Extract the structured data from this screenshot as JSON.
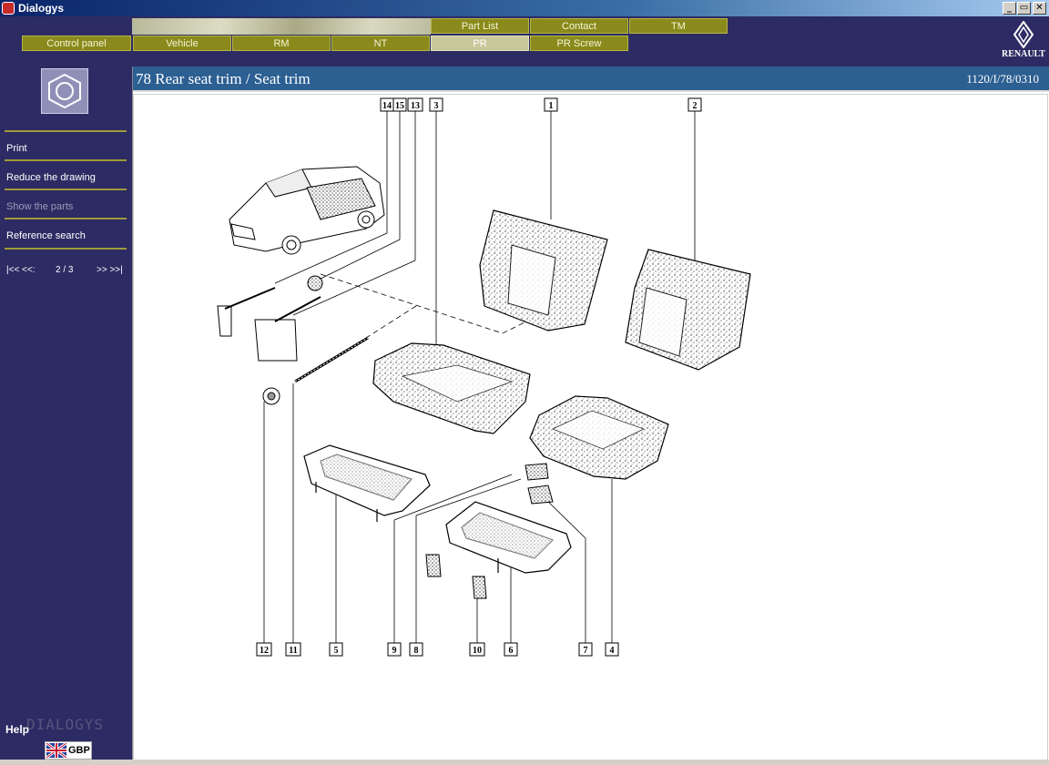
{
  "window": {
    "title": "Dialogys",
    "controls": {
      "minimize": "_",
      "restore": "▭",
      "close": "✕"
    }
  },
  "topnav": {
    "row1": [
      {
        "id": "part-list",
        "label": "Part List"
      },
      {
        "id": "contact",
        "label": "Contact"
      },
      {
        "id": "tm",
        "label": "TM"
      }
    ],
    "row2": [
      {
        "id": "control-panel",
        "label": "Control panel"
      },
      {
        "id": "vehicle",
        "label": "Vehicle"
      },
      {
        "id": "rm",
        "label": "RM"
      },
      {
        "id": "nt",
        "label": "NT"
      },
      {
        "id": "pr",
        "label": "PR",
        "active": true
      },
      {
        "id": "pr-screw",
        "label": "PR Screw"
      }
    ]
  },
  "brand": {
    "name": "RENAULT"
  },
  "sidebar": {
    "items": [
      {
        "label": "Print",
        "enabled": true
      },
      {
        "label": "Reduce the drawing",
        "enabled": true
      },
      {
        "label": "Show the parts",
        "enabled": false
      },
      {
        "label": "Reference search",
        "enabled": true
      }
    ],
    "pager": {
      "first_prev": "|<< <<:",
      "page": "2 / 3",
      "next_last": ">> >>|"
    },
    "help_label": "Help",
    "product_mark": "DIALOGYS",
    "currency": "GBP"
  },
  "page": {
    "title": "78 Rear seat trim / Seat trim",
    "reference": "1120/I/78/0310"
  },
  "drawing": {
    "callouts": [
      "14",
      "15",
      "13",
      "3",
      "1",
      "2",
      "12",
      "11",
      "5",
      "9",
      "8",
      "10",
      "6",
      "7",
      "4"
    ]
  },
  "colors": {
    "sidebar_bg": "#2d2b63",
    "nav_button": "#8a8a1c",
    "nav_button_active": "#c8c89a",
    "title_bar": "#2c5f92",
    "divider": "#a09a3a"
  }
}
